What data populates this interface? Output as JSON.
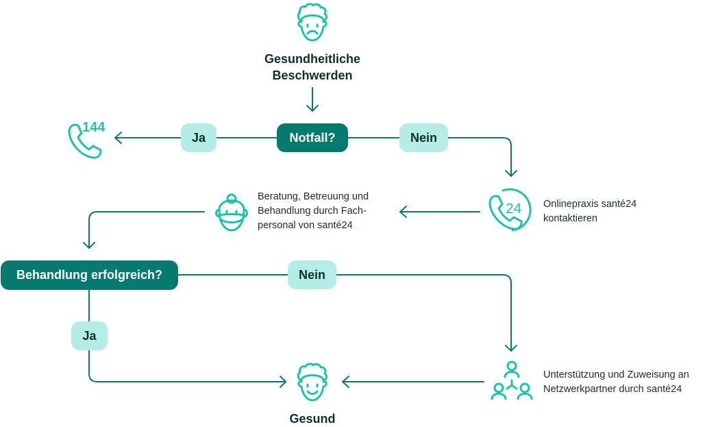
{
  "colors": {
    "line": "#0b766d",
    "icon": "#1dc2aa",
    "decision_bg": "#077a70",
    "label_bg": "#b3ede6",
    "text": "#0d2f2c"
  },
  "start": {
    "icon": "sad-face-icon",
    "title_line1": "Gesundheitliche",
    "title_line2": "Beschwerden"
  },
  "decision_emergency": {
    "label": "Notfall?",
    "yes": "Ja",
    "no": "Nein"
  },
  "emergency_call": {
    "icon": "phone-144-icon",
    "number": "144"
  },
  "online_practice": {
    "icon": "phone-24-icon",
    "number": "24",
    "line1": "Onlinepraxis santé24",
    "line2": "kontaktieren"
  },
  "consultation": {
    "icon": "doctor-icon",
    "line1": "Beratung, Betreuung und",
    "line2": "Behandlung durch Fach-",
    "line3": "personal von santé24"
  },
  "decision_treatment": {
    "label": "Behandlung erfolgreich?",
    "yes": "Ja",
    "no": "Nein"
  },
  "network": {
    "icon": "network-people-icon",
    "line1": "Unterstützung und Zuweisung an",
    "line2": "Netzwerkpartner durch santé24"
  },
  "end": {
    "icon": "happy-face-icon",
    "title": "Gesund"
  }
}
